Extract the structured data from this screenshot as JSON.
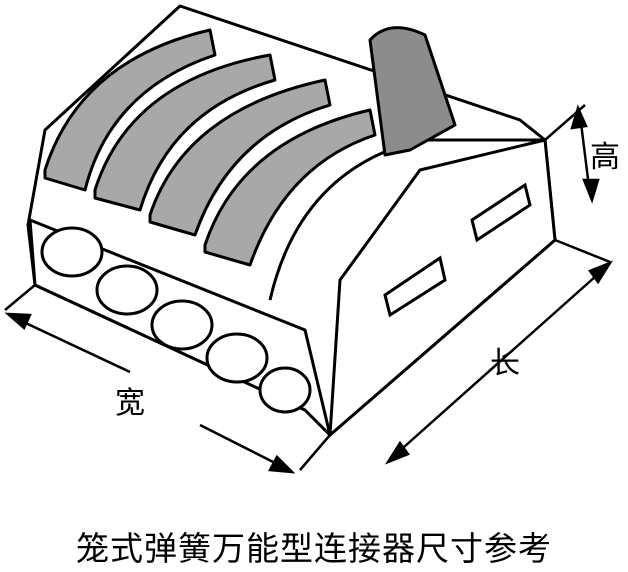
{
  "labels": {
    "height": "高",
    "length": "长",
    "width": "宽"
  },
  "caption": "笼式弹簧万能型连接器尺寸参考",
  "colors": {
    "lever": "#a8a8a8",
    "handle": "#8c8c8c",
    "outline": "#000000"
  }
}
